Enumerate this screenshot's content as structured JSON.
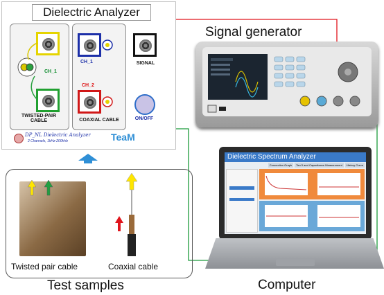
{
  "analyzer": {
    "title": "Dielectric Analyzer",
    "ch1_left": "CH_1",
    "twisted_pair": "TWISTED-PAIR CABLE",
    "ch1": "CH_1",
    "ch2": "CH_2",
    "signal": "SIGNAL",
    "coaxial": "COAXIAL CABLE",
    "onoff": "ON/OFF",
    "brand_title": "DP_NL Dielectric Analyzer",
    "brand_sub": "2 Channels, 1kHz-200kHz",
    "team": "TeaM"
  },
  "signal_generator": {
    "label": "Signal generator"
  },
  "computer": {
    "label": "Computer",
    "app_title": "Dielectric Spectrum Analyzer",
    "tabs": [
      "Connection Graph",
      "Tan δ and Capacitance Measurement",
      "History Curve"
    ]
  },
  "samples": {
    "label": "Test samples",
    "twisted": "Twisted pair cable",
    "coaxial": "Coaxial cable"
  },
  "colors": {
    "red_line": "#e0151c",
    "green_line": "#1a9a3a",
    "arrow_blue": "#2f8fd6"
  }
}
